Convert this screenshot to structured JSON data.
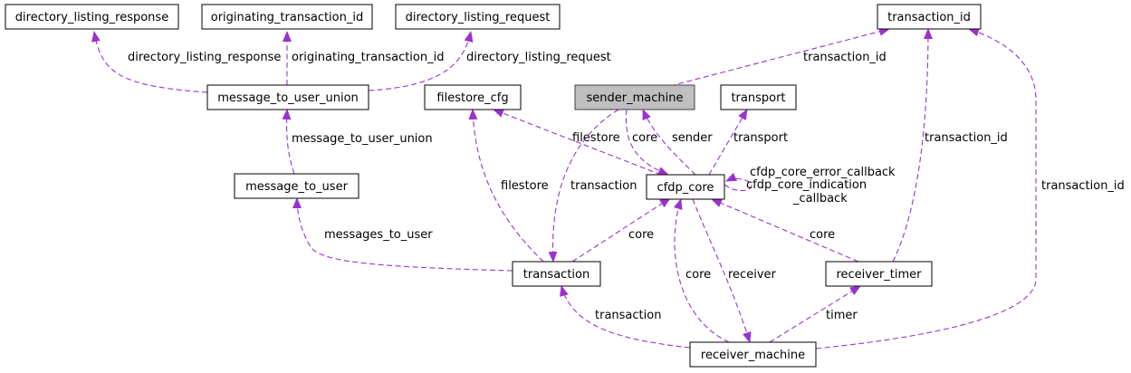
{
  "colors": {
    "edge": "#9a32cd",
    "node_fill": "#ffffff",
    "highlight_fill": "#bfbfbf",
    "border": "#000000"
  },
  "nodes": {
    "directory_listing_response": "directory_listing_response",
    "originating_transaction_id": "originating_transaction_id",
    "directory_listing_request": "directory_listing_request",
    "transaction_id": "transaction_id",
    "message_to_user_union": "message_to_user_union",
    "filestore_cfg": "filestore_cfg",
    "sender_machine": "sender_machine",
    "transport": "transport",
    "message_to_user": "message_to_user",
    "cfdp_core": "cfdp_core",
    "transaction": "transaction",
    "receiver_timer": "receiver_timer",
    "receiver_machine": "receiver_machine"
  },
  "edge_labels": {
    "dlr_response": "directory_listing_response",
    "orig_tid": "originating_transaction_id",
    "dlr_request": "directory_listing_request",
    "sm_tid": "transaction_id",
    "mtu_union": "message_to_user_union",
    "messages_to_user": "messages_to_user",
    "core_filestore": "filestore",
    "tx_filestore": "filestore",
    "core_sm": "core",
    "sender": "sender",
    "sm_transaction": "transaction",
    "transport": "transport",
    "self_error_cb": "cfdp_core_error_callback",
    "self_indication_cb_1": "cfdp_core_indication",
    "self_indication_cb_2": "_callback",
    "tx_core": "core",
    "rt_core": "core",
    "rm_core": "core",
    "receiver": "receiver",
    "rt_tid": "transaction_id",
    "rm_tid": "transaction_id",
    "rm_transaction": "transaction",
    "timer": "timer"
  }
}
